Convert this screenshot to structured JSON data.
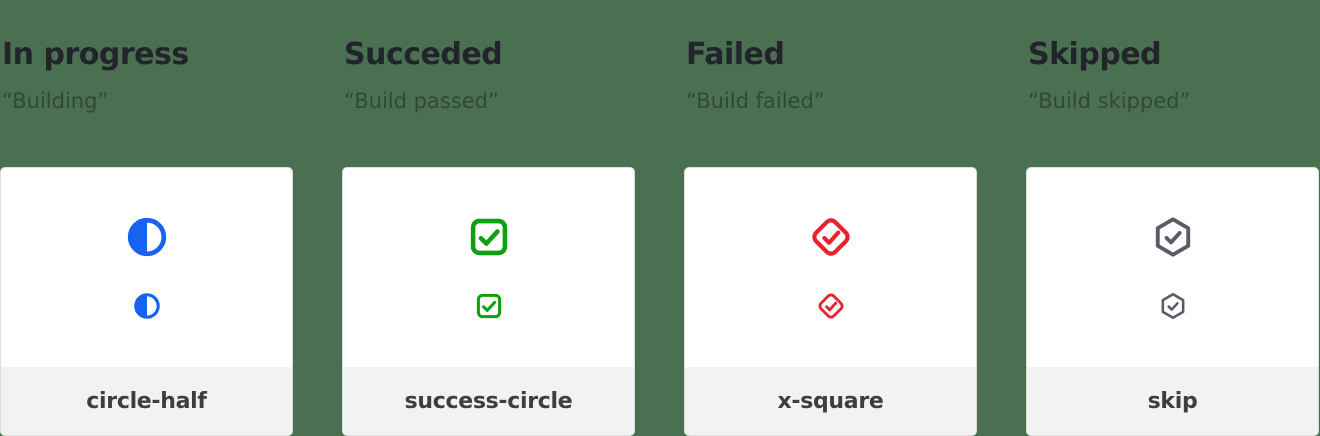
{
  "page": {
    "background_color": "#4a7051",
    "card_background": "#ffffff",
    "card_footer_background": "#f2f2f2"
  },
  "columns": [
    {
      "title": "In progress",
      "subtitle": "“Building”",
      "icon": "circle-half-icon",
      "icon_color": "#1762f0",
      "label": "circle-half"
    },
    {
      "title": "Succeded",
      "subtitle": "“Build passed”",
      "icon": "check-square-icon",
      "icon_color": "#0f9f10",
      "label": "success-circle"
    },
    {
      "title": "Failed",
      "subtitle": "“Build failed”",
      "icon": "check-diamond-icon",
      "icon_color": "#e8232e",
      "label": "x-square"
    },
    {
      "title": "Skipped",
      "subtitle": "“Build skipped”",
      "icon": "check-hexagon-icon",
      "icon_color": "#575c66",
      "label": "skip"
    }
  ]
}
